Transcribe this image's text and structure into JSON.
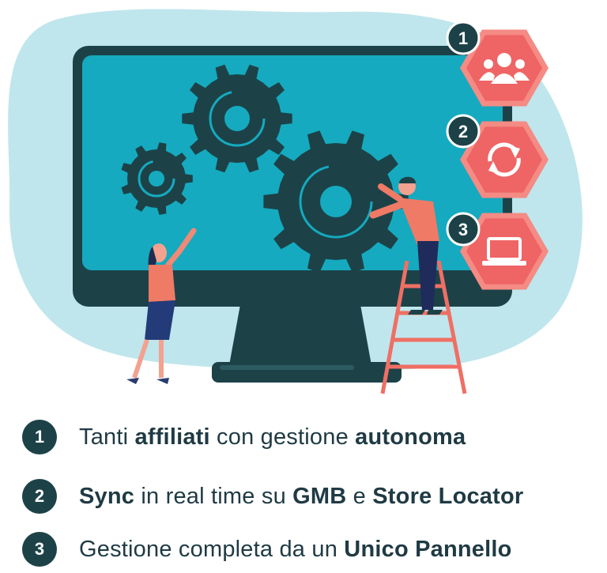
{
  "colors": {
    "blob": "#bfe6ec",
    "monitor_frame": "#1c4248",
    "screen": "#15aabf",
    "gear": "#1c4248",
    "accent_coral": "#ef6464",
    "accent_light": "#f48b84",
    "badge": "#1c4248",
    "text": "#1f3a44"
  },
  "icons": [
    {
      "number": "1",
      "icon": "users-group-icon"
    },
    {
      "number": "2",
      "icon": "sync-arrows-icon"
    },
    {
      "number": "3",
      "icon": "laptop-icon"
    }
  ],
  "features": [
    {
      "number": "1",
      "parts": [
        {
          "text": "Tanti ",
          "bold": false
        },
        {
          "text": "affiliati",
          "bold": true
        },
        {
          "text": " con gestione ",
          "bold": false
        },
        {
          "text": "autonoma",
          "bold": true
        }
      ]
    },
    {
      "number": "2",
      "parts": [
        {
          "text": "Sync",
          "bold": true
        },
        {
          "text": " in real time su ",
          "bold": false
        },
        {
          "text": "GMB",
          "bold": true
        },
        {
          "text": " e ",
          "bold": false
        },
        {
          "text": "Store Locator",
          "bold": true
        }
      ]
    },
    {
      "number": "3",
      "parts": [
        {
          "text": "Gestione completa da un ",
          "bold": false
        },
        {
          "text": "Unico Pannello",
          "bold": true
        }
      ]
    }
  ]
}
